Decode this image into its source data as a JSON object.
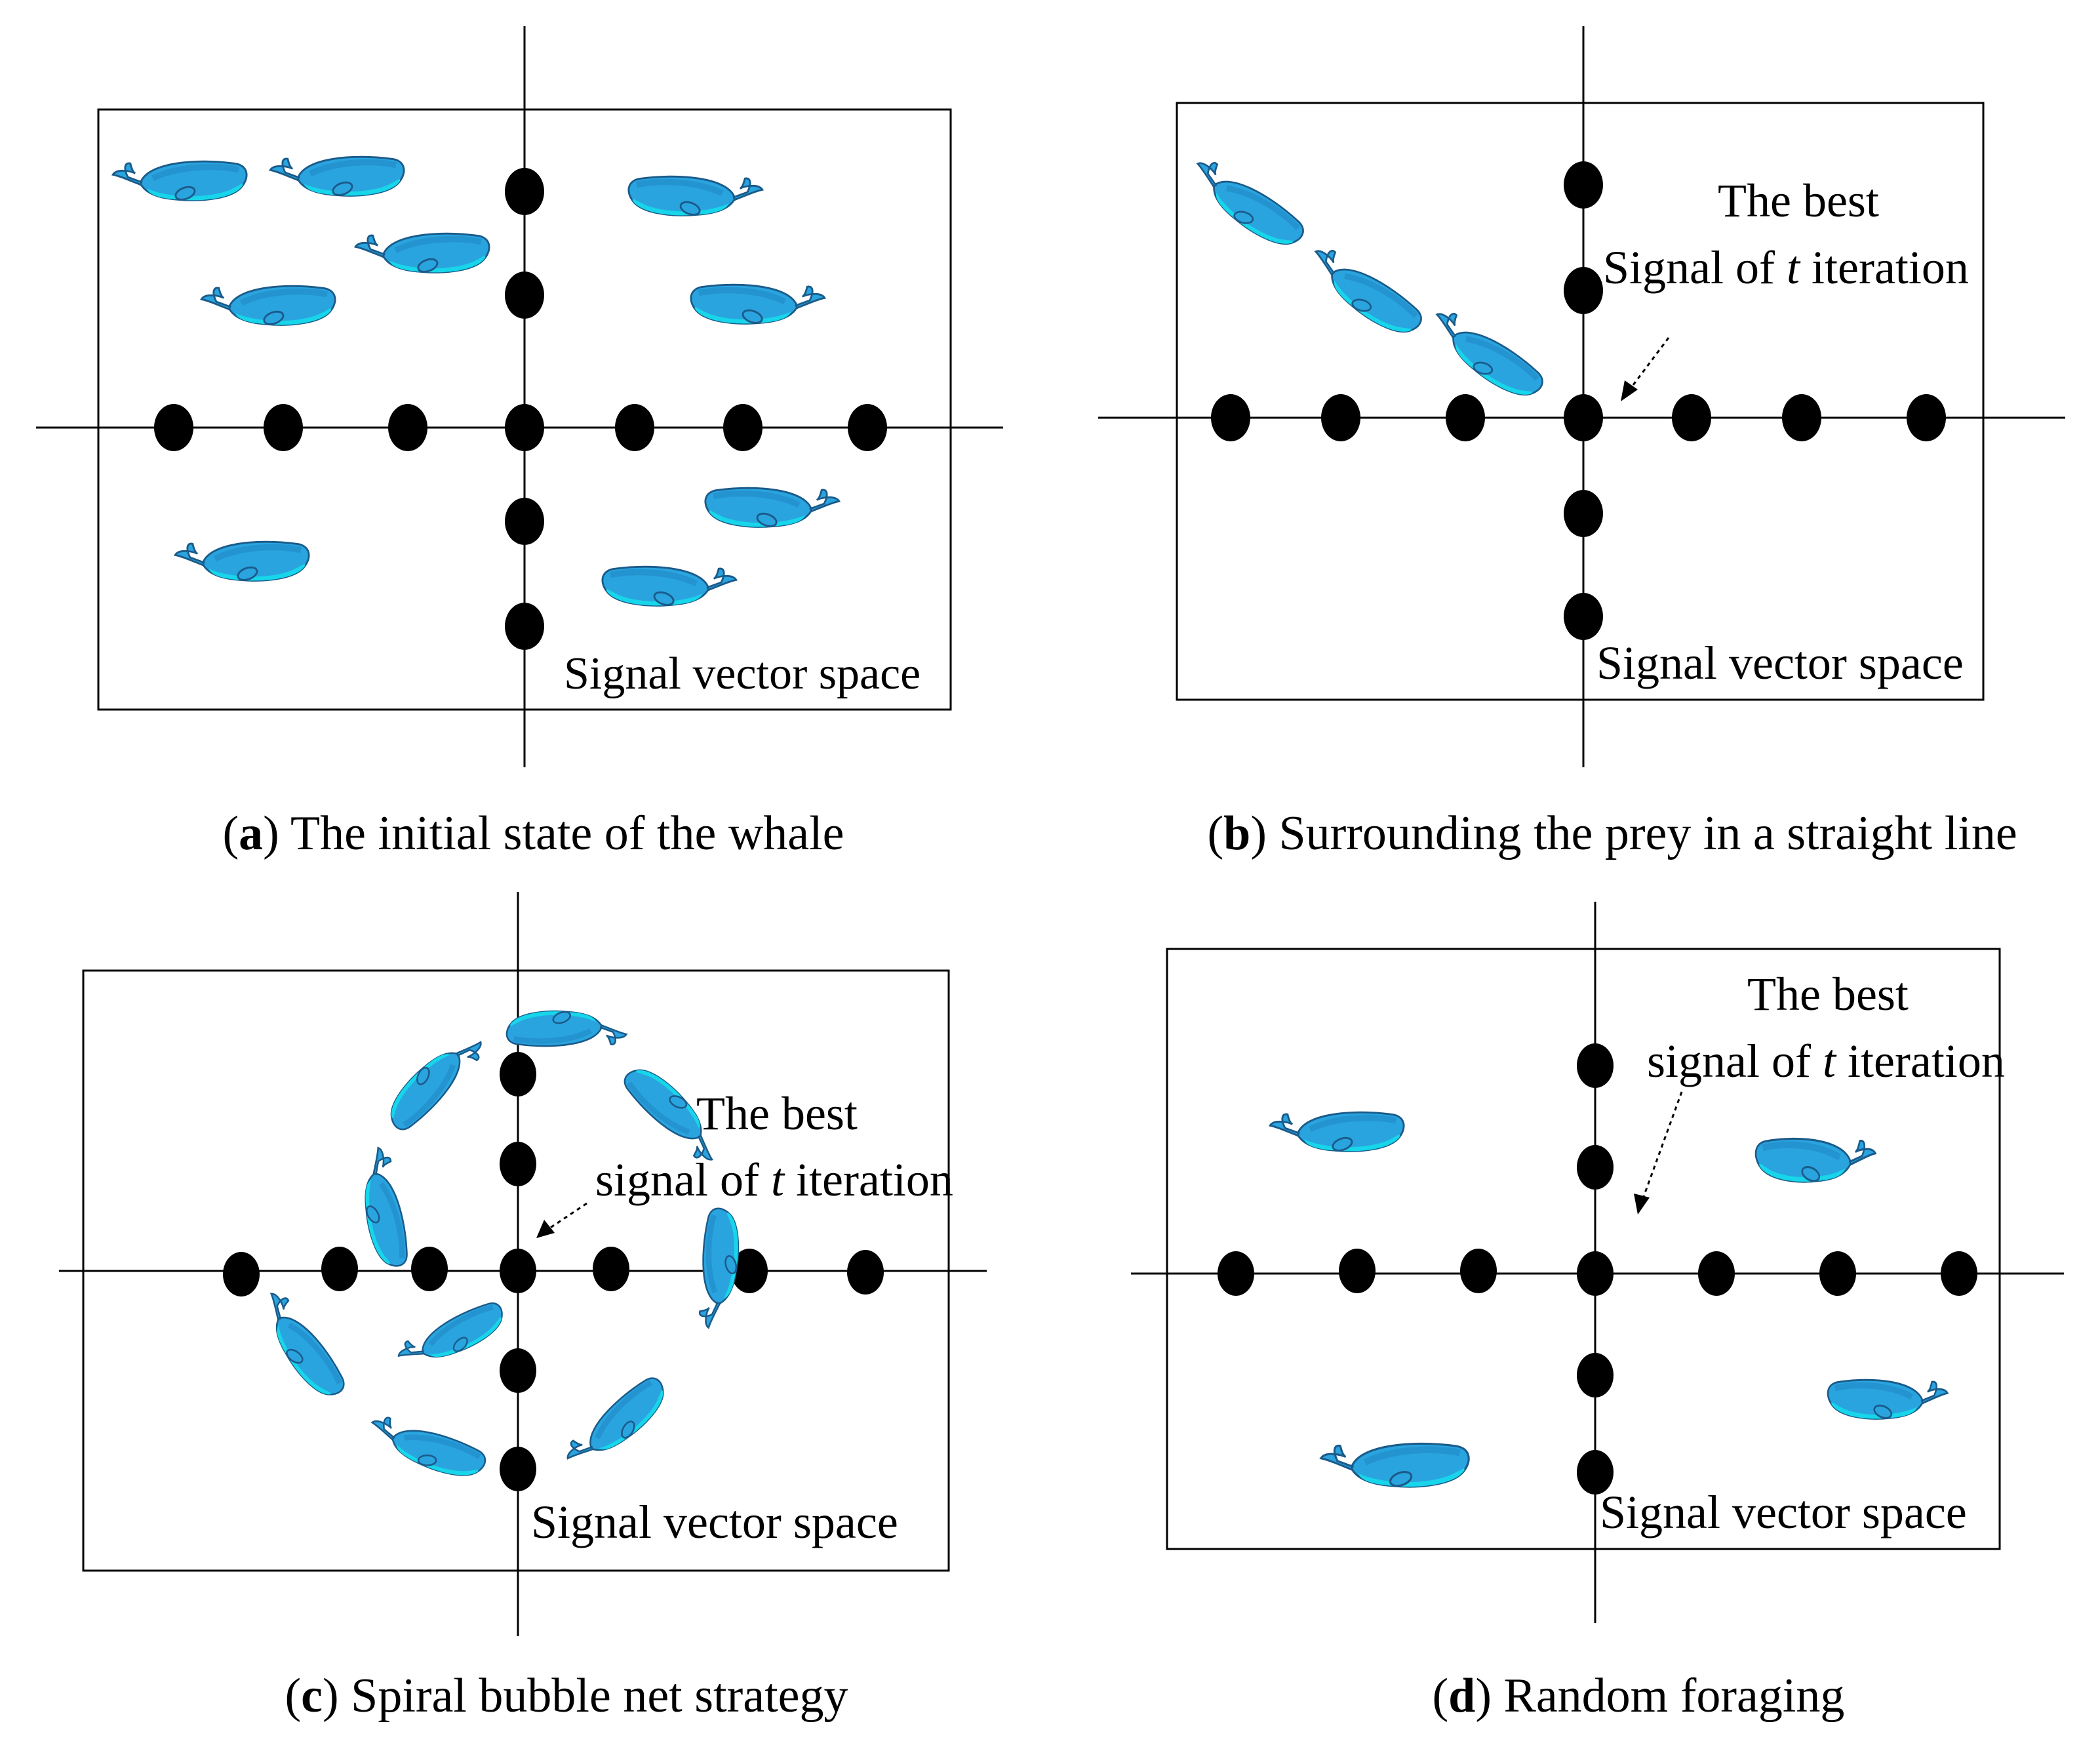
{
  "colors": {
    "whale_dark": "#1f86c4",
    "whale_mid": "#2aa4df",
    "whale_light": "#17d6ea",
    "outline": "#1a5b8a",
    "dot": "#000000",
    "frame": "#000000"
  },
  "panels": [
    {
      "id": "a",
      "letter": "a",
      "caption_rest": " The initial state of the whale",
      "space_label": "Signal vector space",
      "best_label_1": "",
      "best_label_2": ""
    },
    {
      "id": "b",
      "letter": "b",
      "caption_rest": " Surrounding the prey in a straight line",
      "space_label": "Signal vector space",
      "best_label_1": "The best",
      "best_label_2_prefix": "Signal of ",
      "best_label_2_var": "t",
      "best_label_2_suffix": " iteration"
    },
    {
      "id": "c",
      "letter": "c",
      "caption_rest": " Spiral bubble net strategy",
      "space_label": "Signal vector space",
      "best_label_1": "The best",
      "best_label_2_prefix": "signal of ",
      "best_label_2_var": "t",
      "best_label_2_suffix": " iteration"
    },
    {
      "id": "d",
      "letter": "d",
      "caption_rest": " Random foraging",
      "space_label": "Signal vector space",
      "best_label_1": "The best",
      "best_label_2_prefix": "signal of ",
      "best_label_2_var": "t",
      "best_label_2_suffix": " iteration"
    }
  ],
  "caption_paren_open": "(",
  "caption_paren_close": ")"
}
